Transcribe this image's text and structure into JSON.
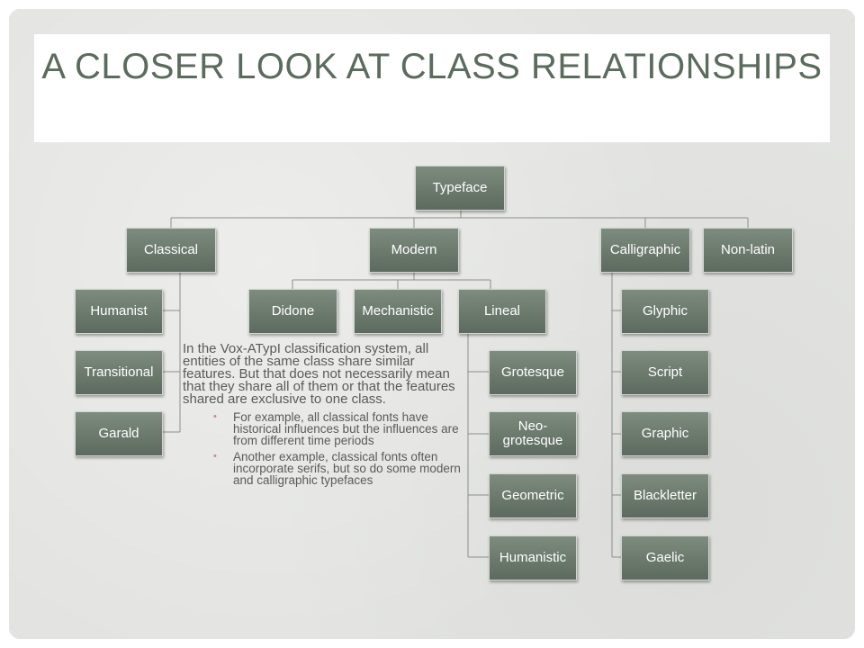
{
  "title": "A CLOSER LOOK AT CLASS RELATIONSHIPS",
  "hierarchy": {
    "root": "Typeface",
    "classical": {
      "label": "Classical",
      "children": [
        "Humanist",
        "Transitional",
        "Garald"
      ]
    },
    "modern": {
      "label": "Modern",
      "children": [
        "Didone",
        "Mechanistic",
        "Lineal"
      ]
    },
    "lineal": {
      "children": [
        "Grotesque",
        "Neo-grotesque",
        "Geometric",
        "Humanistic"
      ]
    },
    "calligraphic": {
      "label": "Calligraphic",
      "children": [
        "Glyphic",
        "Script",
        "Graphic",
        "Blackletter",
        "Gaelic"
      ]
    },
    "nonlatin": {
      "label": "Non-latin"
    }
  },
  "body": {
    "paragraph": "In the Vox-ATypI classification system, all entities of the same class share similar features. But that does not necessarily mean that they share all of them or that the features shared are exclusive to one class.",
    "bullets": [
      "For example, all classical fonts have historical influences but the influences are from different time periods",
      "Another example, classical fonts often incorporate serifs, but so do some modern and calligraphic typefaces"
    ]
  },
  "colors": {
    "node_top": "#7d8c7f",
    "node_bottom": "#5d6a5f",
    "title": "#5b6b5d",
    "bullet": "#c9897a"
  }
}
